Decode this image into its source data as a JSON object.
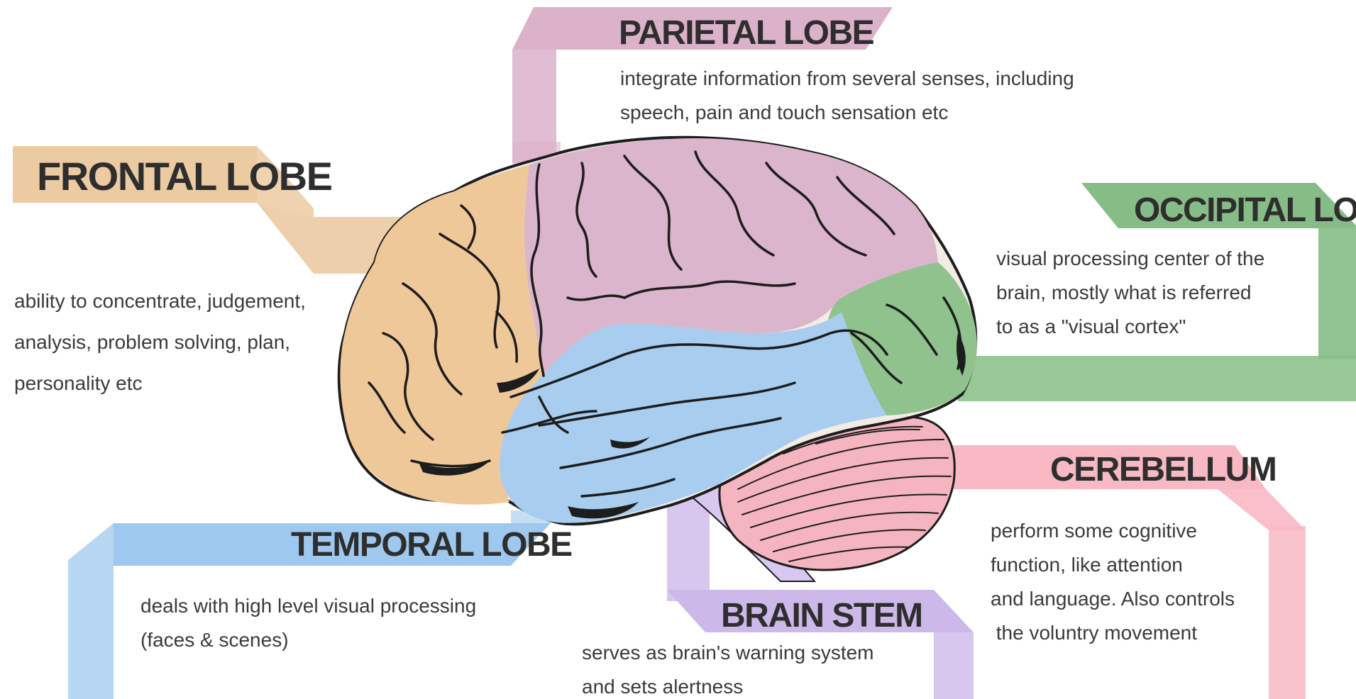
{
  "colors": {
    "frontal": "#efc89a",
    "frontal_ribbon": "#eccaa2",
    "parietal": "#dbb5cb",
    "parietal_ribbon": "#dcb2cb",
    "occipital": "#8fc28d",
    "occipital_ribbon": "#86bd86",
    "temporal": "#a9cdef",
    "temporal_ribbon": "#9ec8ee",
    "cerebellum": "#f5b5c0",
    "cerebellum_ribbon": "#f8b8c4",
    "brain_stem": "#d8c8ef",
    "brain_stem_ribbon": "#cdb8ea",
    "outline": "#1d1d1d"
  },
  "lobes": {
    "frontal": {
      "title": "FRONTAL LOBE",
      "lines": [
        "ability to concentrate, judgement,",
        "analysis, problem solving, plan,",
        "personality etc"
      ]
    },
    "parietal": {
      "title": "PARIETAL LOBE",
      "lines": [
        "integrate information from several senses, including",
        "speech, pain and touch sensation etc"
      ]
    },
    "occipital": {
      "title": "OCCIPITAL LOBE",
      "lines": [
        "visual processing center of the",
        "brain, mostly what is referred",
        "to as a \"visual cortex\""
      ]
    },
    "temporal": {
      "title": "TEMPORAL LOBE",
      "lines": [
        "deals with high level visual processing",
        "(faces & scenes)"
      ]
    },
    "cerebellum": {
      "title": "CEREBELLUM",
      "lines": [
        "perform some cognitive",
        "function, like attention",
        "and language. Also controls",
        " the voluntry movement"
      ]
    },
    "brain_stem": {
      "title": "BRAIN STEM",
      "lines": [
        "serves as brain's warning system",
        "and sets alertness"
      ]
    }
  }
}
